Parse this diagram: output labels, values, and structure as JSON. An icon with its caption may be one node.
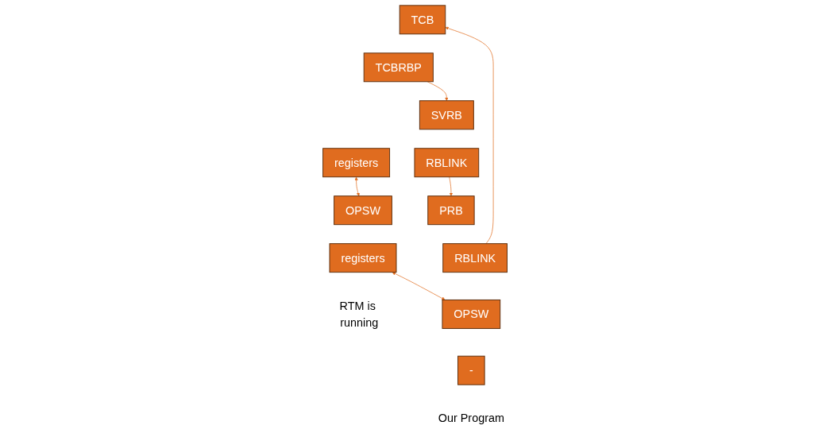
{
  "diagram": {
    "nodes": [
      {
        "text": [
          "TCB"
        ]
      },
      {
        "text": [
          "TCBRBP"
        ]
      },
      {
        "text": [
          "registers"
        ]
      },
      {
        "text": [
          "SVRB"
        ]
      },
      {
        "text": [
          "RBLINK"
        ]
      },
      {
        "text": [
          "OPSW"
        ]
      },
      {
        "text": [
          "registers"
        ],
        "beside": [
          "RTM is running"
        ]
      },
      {
        "text": [
          "PRB"
        ]
      },
      {
        "text": [
          "RBLINK"
        ]
      },
      {
        "text": [
          "OPSW"
        ]
      },
      {
        "text": [
          "-"
        ],
        "beside": [
          "Our Program"
        ]
      }
    ],
    "edges": [
      {
        "from": 1,
        "to": 3,
        "arrow": "to"
      },
      {
        "from": 4,
        "to": 7,
        "arrow": "to"
      },
      {
        "from": 8,
        "to": 0,
        "arrow": "to"
      },
      {
        "from": 2,
        "to": 5,
        "arrow": "both"
      },
      {
        "from": 6,
        "to": 9,
        "arrow": "both"
      }
    ]
  }
}
